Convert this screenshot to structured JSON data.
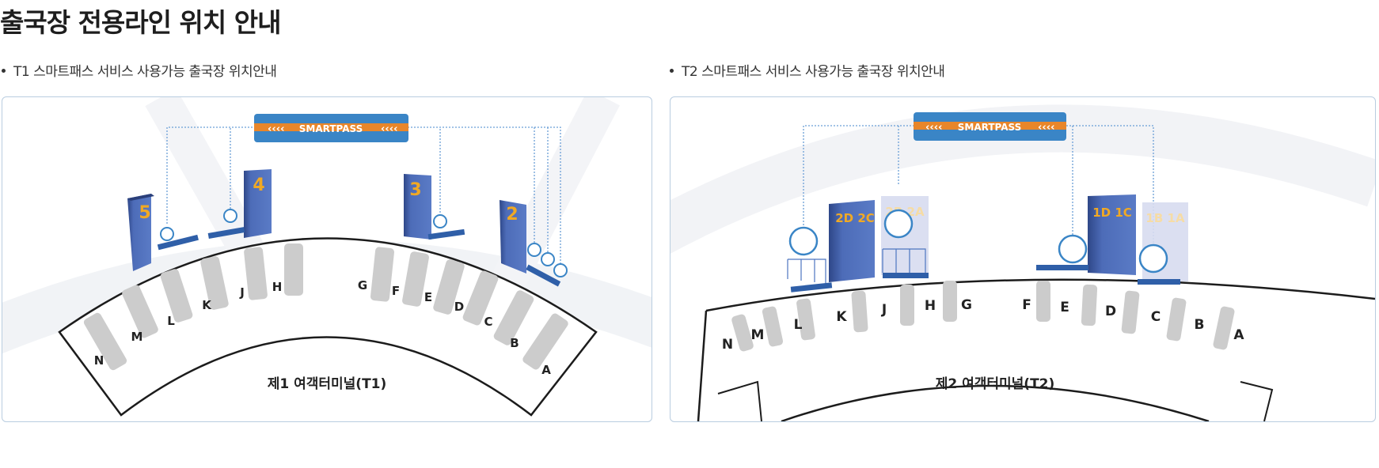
{
  "page": {
    "title": "출국장 전용라인 위치 안내"
  },
  "t1": {
    "heading": "T1 스마트패스 서비스 사용가능 출국장 위치안내",
    "banner_text": "SMARTPASS",
    "terminal_label": "제1 여객터미널(T1)",
    "gates": [
      "5",
      "4",
      "3",
      "2"
    ],
    "counters": [
      "N",
      "M",
      "L",
      "K",
      "J",
      "H",
      "G",
      "F",
      "E",
      "D",
      "C",
      "B",
      "A"
    ]
  },
  "t2": {
    "heading": "T2 스마트패스 서비스 사용가능 출국장 위치안내",
    "banner_text": "SMARTPASS",
    "terminal_label": "제2 여객터미널(T2)",
    "gates": [
      "2D 2C",
      "2B 2A",
      "1D 1C",
      "1B 1A"
    ],
    "counters": [
      "N",
      "M",
      "L",
      "K",
      "J",
      "H",
      "G",
      "F",
      "E",
      "D",
      "C",
      "B",
      "A"
    ]
  },
  "colors": {
    "gate_blue": "#4b6cb7",
    "banner_blue": "#3a85c6",
    "banner_orange": "#e8862a",
    "gate_number": "#f0a924",
    "counter_gray": "#cccccc"
  }
}
